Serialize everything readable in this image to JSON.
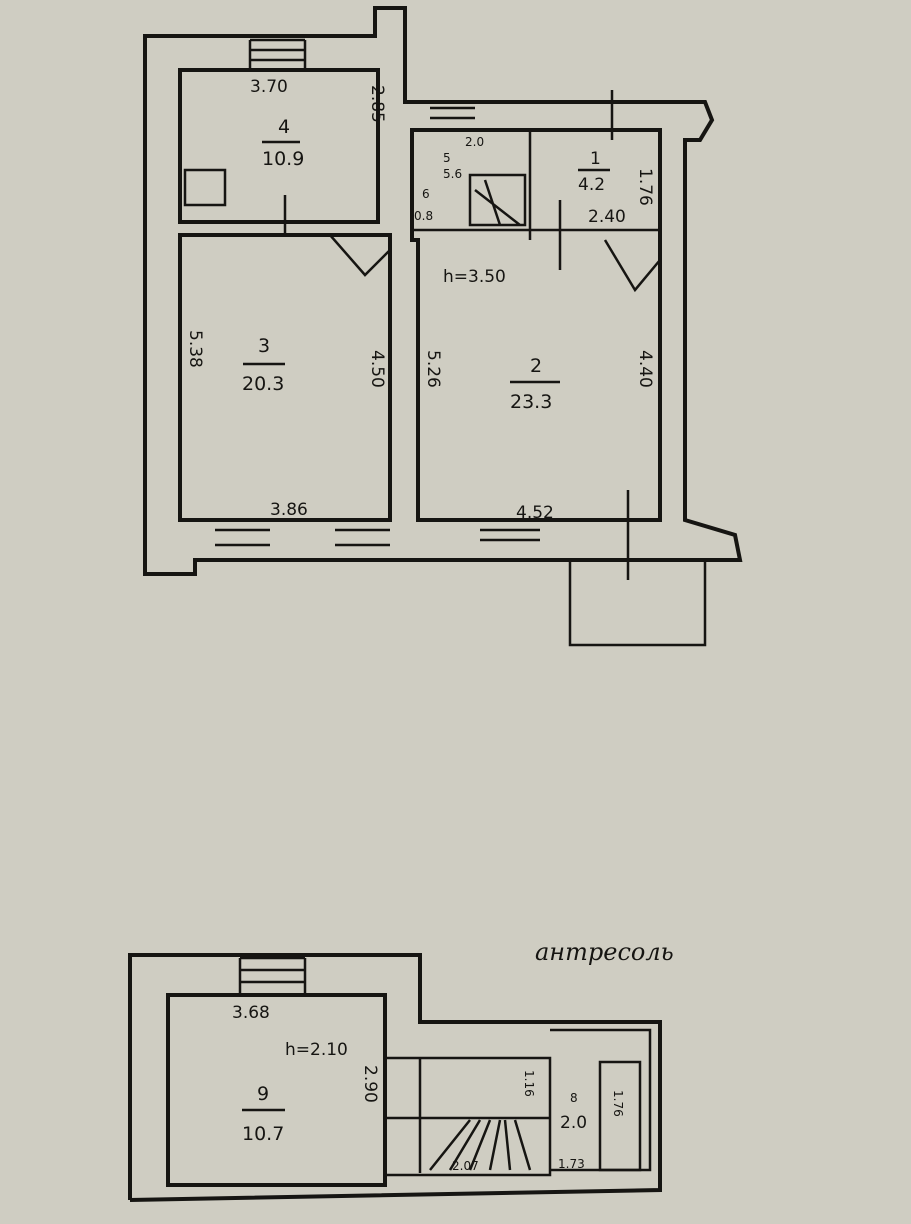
{
  "title_mezzanine": "антресоль",
  "ceiling_main": "h=3.50",
  "ceiling_mezz": "h=2.10",
  "rooms": [
    {
      "num": "1",
      "area": "4.2"
    },
    {
      "num": "2",
      "area": "23.3"
    },
    {
      "num": "3",
      "area": "20.3"
    },
    {
      "num": "4",
      "area": "10.9"
    },
    {
      "num": "5",
      "area": "5.6"
    },
    {
      "num": "6",
      "area": "0.8"
    },
    {
      "num": "8",
      "area": "2.0"
    },
    {
      "num": "9",
      "area": "10.7"
    }
  ],
  "dims": {
    "r4_top": "3.70",
    "r4_side": "2.85",
    "r5_top": "2.0",
    "r1_side": "1.76",
    "r1_bottom": "2.40",
    "r3_left": "5.38",
    "r3_right": "4.50",
    "r3_bottom": "3.86",
    "r2_left": "5.26",
    "r2_right": "4.40",
    "r2_bottom": "4.52",
    "r9_top": "3.68",
    "r9_side": "2.90",
    "stair_side": "1.16",
    "stair_bottom": "2.07",
    "r8_bottom": "1.73",
    "r8_bath": "1.76"
  }
}
